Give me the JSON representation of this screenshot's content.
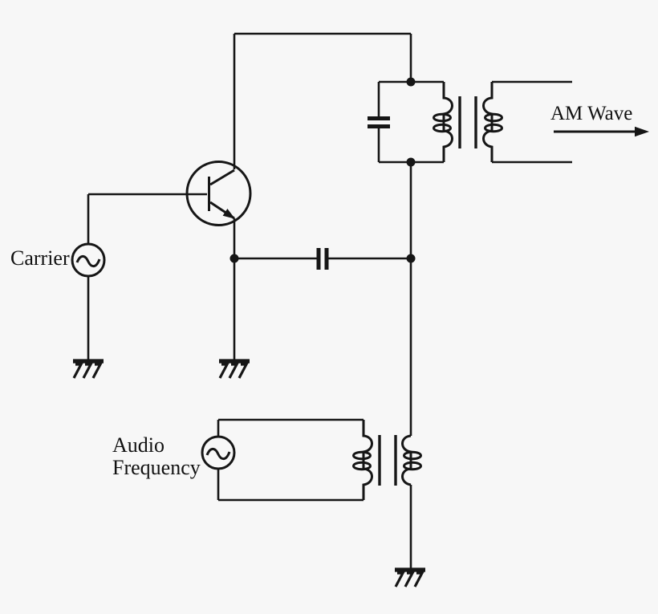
{
  "diagram": {
    "kind": "am-modulator-circuit-schematic",
    "colors": {
      "background": "#f7f7f7",
      "line": "#161616",
      "text": "#111111"
    },
    "labels": {
      "carrier": "Carrier",
      "audio_frequency_line1": "Audio",
      "audio_frequency_line2": "Frequency",
      "am_wave": "AM Wave"
    },
    "components": [
      {
        "name": "carrier-ac-source",
        "symbol": "ac-source"
      },
      {
        "name": "npn-transistor",
        "symbol": "bjt-npn"
      },
      {
        "name": "coupling-capacitor",
        "symbol": "capacitor"
      },
      {
        "name": "tank-capacitor",
        "symbol": "capacitor"
      },
      {
        "name": "tank-inductor",
        "symbol": "inductor"
      },
      {
        "name": "rf-output-transformer",
        "symbol": "transformer"
      },
      {
        "name": "audio-ac-source",
        "symbol": "ac-source"
      },
      {
        "name": "audio-coupling-transformer",
        "symbol": "transformer"
      },
      {
        "name": "ground-carrier",
        "symbol": "ground"
      },
      {
        "name": "ground-emitter",
        "symbol": "ground"
      },
      {
        "name": "ground-bottom",
        "symbol": "ground"
      },
      {
        "name": "am-wave-output-arrow",
        "symbol": "arrow-right"
      }
    ]
  }
}
